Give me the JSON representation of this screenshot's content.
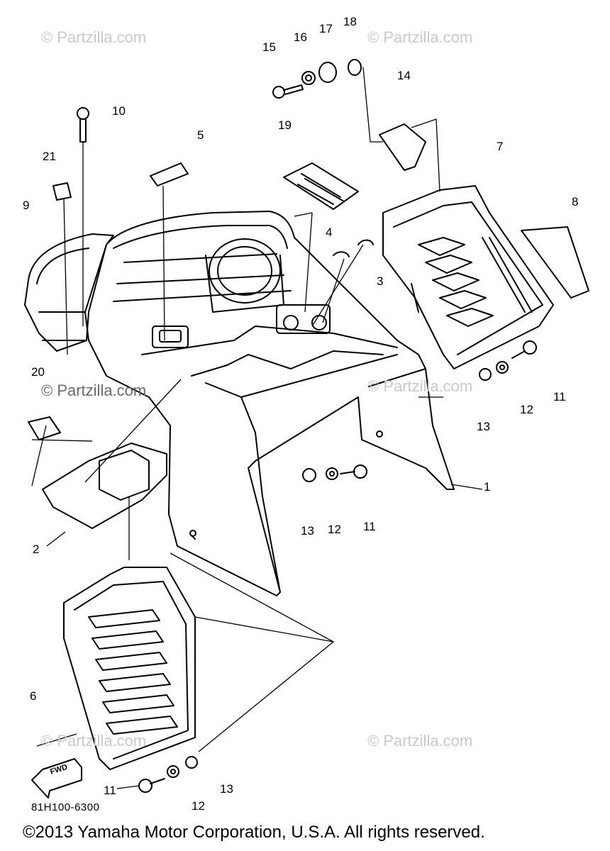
{
  "watermarks": [
    "© Partzilla.com",
    "© Partzilla.com",
    "© Partzilla.com",
    "© Partzilla.com",
    "© Partzilla.com",
    "© Partzilla.com"
  ],
  "callouts": [
    "1",
    "2",
    "3",
    "4",
    "5",
    "6",
    "7",
    "8",
    "9",
    "10",
    "11",
    "11",
    "11",
    "12",
    "12",
    "12",
    "13",
    "13",
    "13",
    "14",
    "15",
    "16",
    "17",
    "18",
    "19",
    "20",
    "21"
  ],
  "fwd_label": "FWD",
  "diagram_code": "81H100-6300",
  "copyright": "©2013 Yamaha Motor Corporation, U.S.A. All rights reserved."
}
